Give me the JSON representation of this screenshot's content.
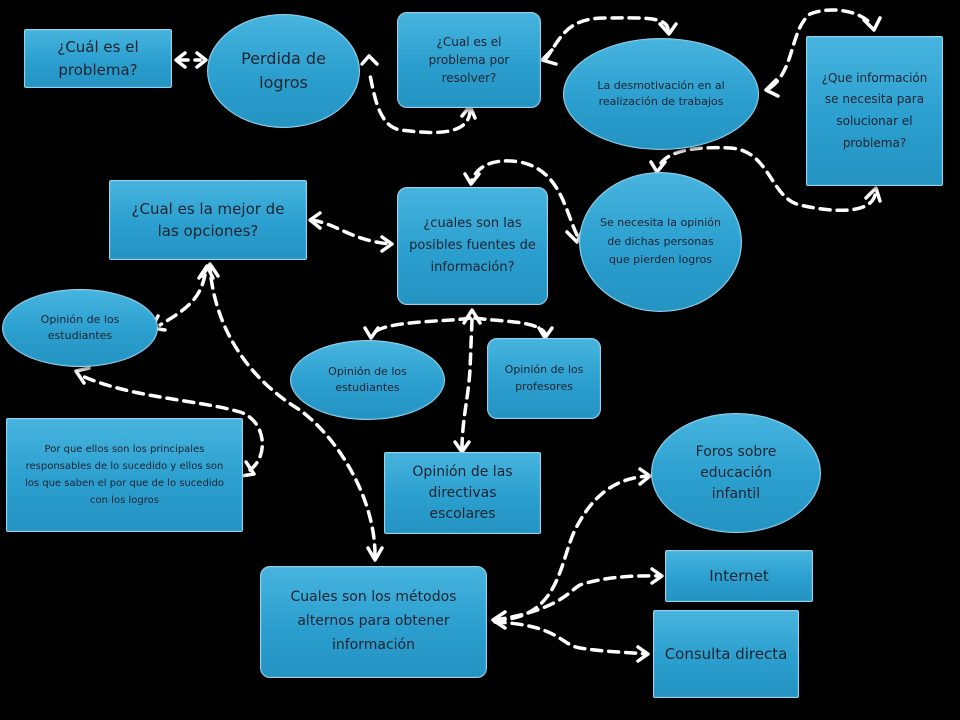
{
  "nodes": {
    "cual_problema": "¿Cuál es el problema?",
    "perdida_logros": "Perdida de logros",
    "problema_resolver": "¿Cual es el problema por resolver?",
    "desmotivacion": "La desmotivación en al realización de trabajos",
    "que_informacion": "¿Que información se necesita para solucionar el problema?",
    "mejor_opciones": "¿Cual es la mejor de las opciones?",
    "fuentes_informacion": "¿cuales son las posibles fuentes de información?",
    "opinion_personas": "Se necesita la opinión de dichas personas que pierden logros",
    "opinion_estudiantes_izq": "Opinión de los estudiantes",
    "opinion_estudiantes_centro": "Opinión de los estudiantes",
    "opinion_profesores": "Opinión de los profesores",
    "por_que_ellos": "Por que ellos son los principales responsables de lo sucedido y ellos son los que saben el por que de lo sucedido con los logros",
    "opinion_directivas": "Opinión de las directivas escolares",
    "foros_educacion": "Foros sobre educación infantil",
    "metodos_alternos": "Cuales son los métodos alternos para obtener información",
    "internet": "Internet",
    "consulta_directa": "Consulta directa"
  },
  "colors": {
    "background": "#000000",
    "node_fill": "#2b9fcf",
    "node_text": "#1a2430",
    "connector": "#ffffff"
  }
}
